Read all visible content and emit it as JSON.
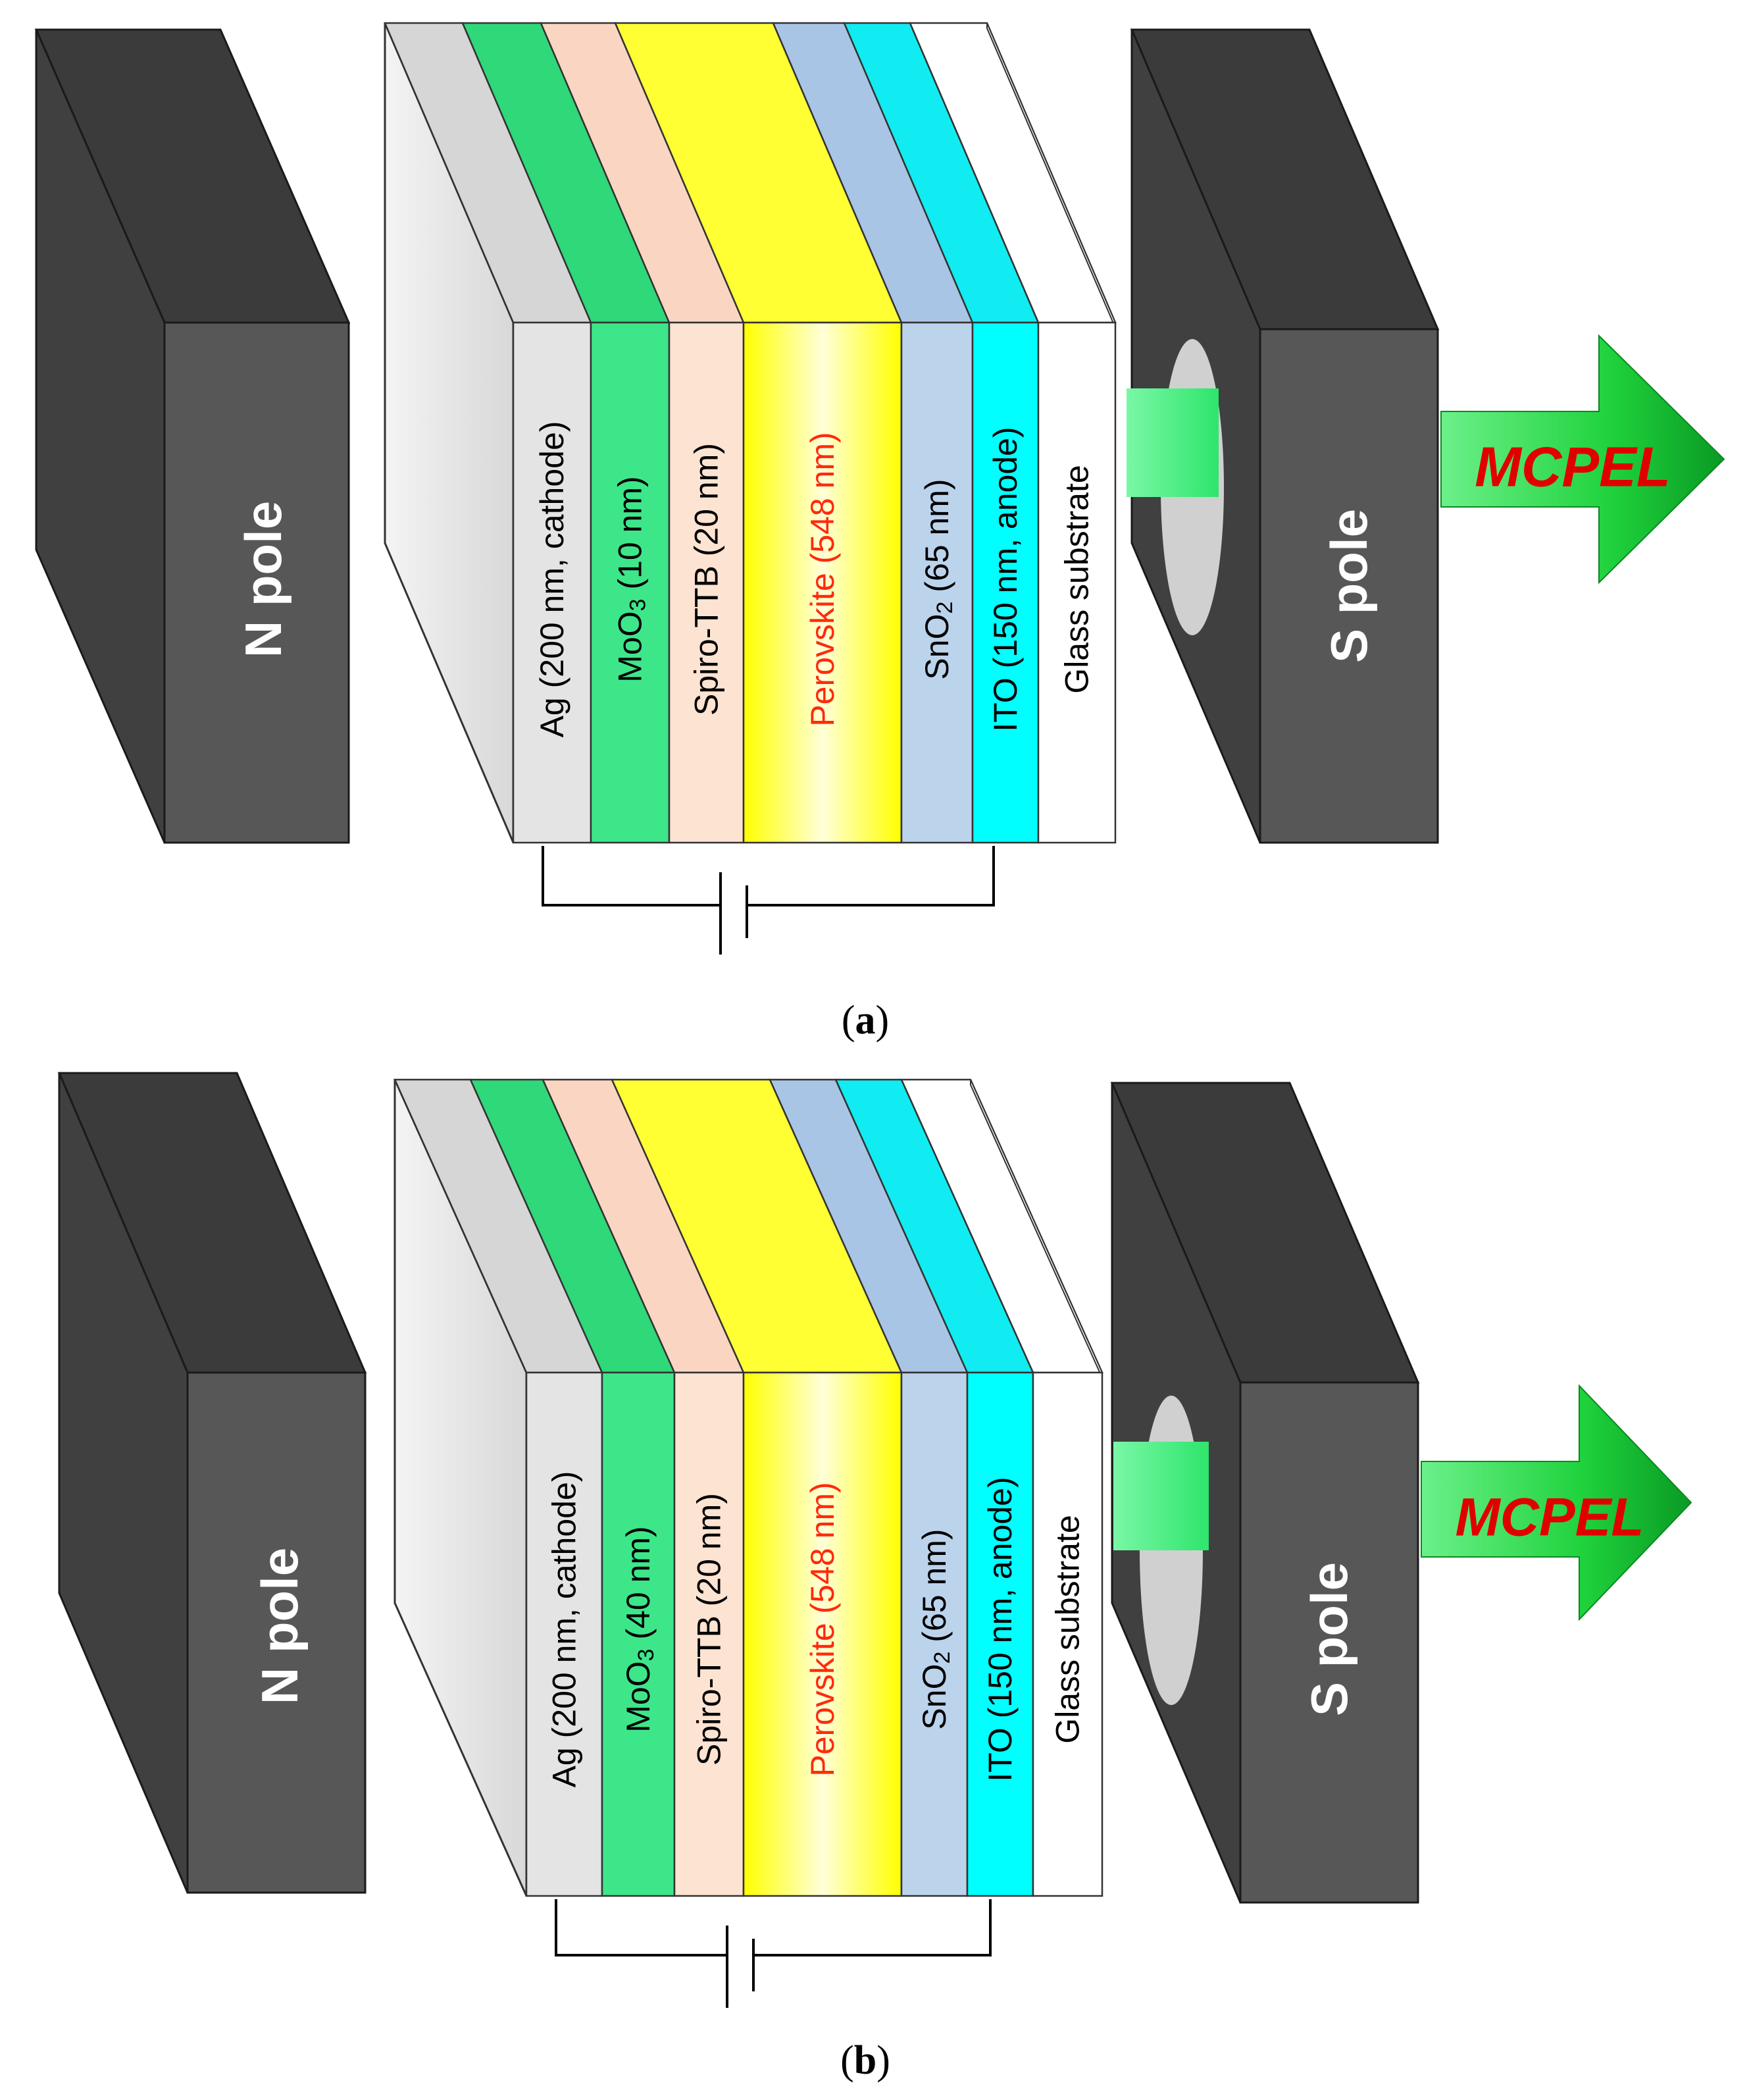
{
  "colors": {
    "pole_front": "#575757",
    "pole_side": "#404040",
    "pole_top": "#3b3b3b",
    "pole_edge": "#1a1a1a",
    "perovskite_text": "#ff2a0a",
    "mcpel_text": "#e00000",
    "arrow_green": "#1fd23c",
    "beam_green": "#3cf07a"
  },
  "panels": [
    {
      "caption_open": "(",
      "caption_letter": "a",
      "caption_close": ")",
      "n_pole_label": "N pole",
      "s_pole_label": "S pole",
      "arrow_label": "MCPEL",
      "layers": [
        {
          "label": "Ag (200 nm, cathode)",
          "color": "#e4e4e4",
          "face": "#d6d6d6"
        },
        {
          "label": "MoO",
          "sub": "3",
          "rest": " (10 nm)",
          "color": "#3ee68a",
          "face": "#2fd879"
        },
        {
          "label": "Spiro-TTB (20 nm)",
          "color": "#fde3d2",
          "face": "#fad6c2"
        },
        {
          "label": "Perovskite   (548 nm)",
          "color": "#ffff00",
          "face": "#ffff33",
          "highlight": true
        },
        {
          "label": "SnO",
          "sub": "2",
          "rest": " (65 nm)",
          "color": "#bcd3ec",
          "face": "#a9c5e5"
        },
        {
          "label": "ITO (150 nm, anode)",
          "color": "#00ffff",
          "face": "#10ecf2"
        },
        {
          "label": "Glass substrate",
          "color": "#ffffff",
          "face": "#ffffff"
        }
      ]
    },
    {
      "caption_open": "(",
      "caption_letter": "b",
      "caption_close": ")",
      "n_pole_label": "N pole",
      "s_pole_label": "S pole",
      "arrow_label": "MCPEL",
      "layers": [
        {
          "label": "Ag (200 nm, cathode)",
          "color": "#e4e4e4",
          "face": "#d6d6d6"
        },
        {
          "label": "MoO",
          "sub": "3",
          "rest": " (40 nm)",
          "color": "#3ee68a",
          "face": "#2fd879"
        },
        {
          "label": "Spiro-TTB (20 nm)",
          "color": "#fde3d2",
          "face": "#fad6c2"
        },
        {
          "label": "Perovskite   (548 nm)",
          "color": "#ffff00",
          "face": "#ffff33",
          "highlight": true
        },
        {
          "label": "SnO",
          "sub": "2",
          "rest": " (65 nm)",
          "color": "#bcd3ec",
          "face": "#a9c5e5"
        },
        {
          "label": "ITO (150 nm, anode)",
          "color": "#00ffff",
          "face": "#10ecf2"
        },
        {
          "label": "Glass substrate",
          "color": "#ffffff",
          "face": "#ffffff"
        }
      ]
    }
  ]
}
